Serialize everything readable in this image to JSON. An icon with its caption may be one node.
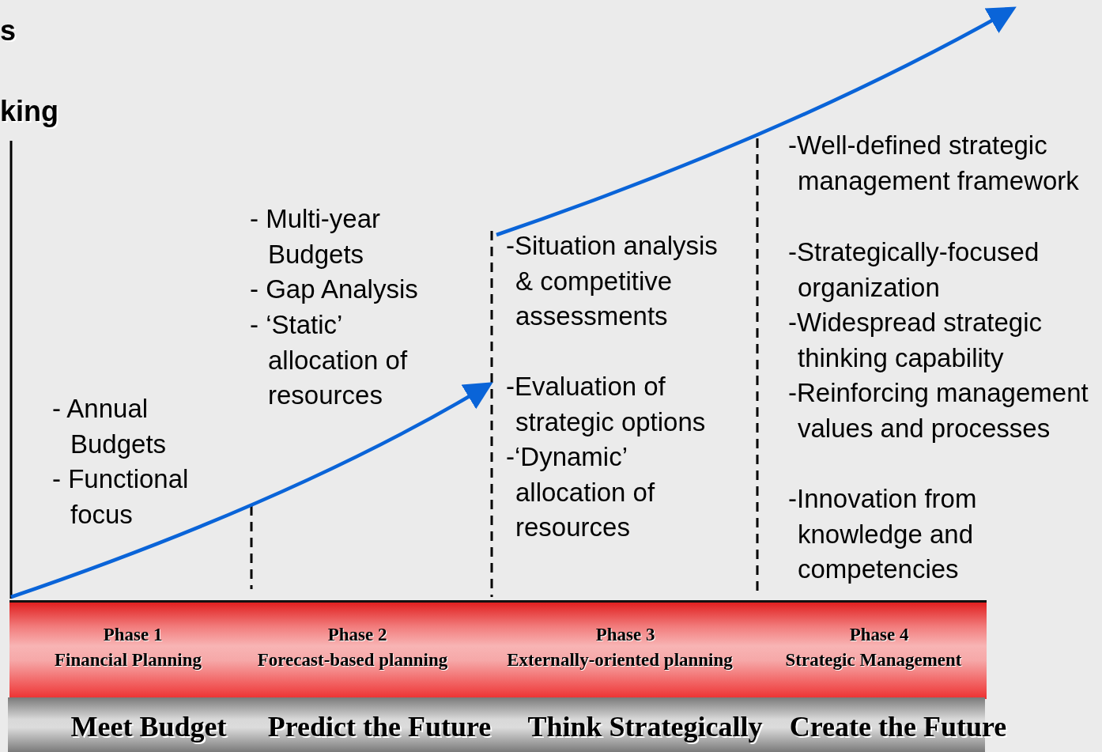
{
  "diagram": {
    "nodes": [
      {
        "text": [
          "Phase 1",
          "Financial Planning",
          "Phase 2",
          "Forecast-based planning",
          "Phase 3",
          "Externally-oriented planning",
          "Phase 4",
          "Strategic Management"
        ]
      },
      {
        "text": [
          "Meet Budget",
          "Predict the Future",
          "Think Strategically",
          "Create the Future"
        ]
      }
    ],
    "edges": [],
    "labels": [
      "s",
      "king",
      "- Annual Budgets",
      "- Functional focus",
      "- Multi-year Budgets",
      "- Gap Analysis",
      "- ‘Static’ allocation of resources",
      "-Situation analysis & competitive assessments",
      "-Evaluation of strategic options",
      "-‘Dynamic’ allocation of resources",
      "-Well-defined strategic management framework",
      "-Strategically-focused organization",
      "-Widespread strategic thinking capability",
      "-Reinforcing management values and processes",
      "-Innovation from knowledge and competencies"
    ]
  }
}
